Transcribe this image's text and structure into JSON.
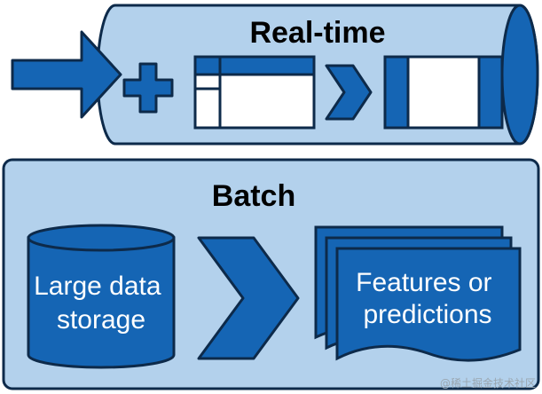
{
  "realtime": {
    "title": "Real-time"
  },
  "batch": {
    "title": "Batch",
    "storage_label": [
      "Large data",
      "storage"
    ],
    "output_label": [
      "Features or",
      "predictions"
    ]
  },
  "watermark": "@稀土掘金技术社区",
  "colors": {
    "panel_fill": "#b3d1ec",
    "accent": "#1565b4",
    "stroke": "#0d2a4a",
    "white": "#ffffff"
  },
  "icons": {
    "input_arrow": "arrow-right-icon",
    "plus": "plus-icon",
    "chevron": "chevron-right-icon",
    "table": "table-icon",
    "database": "database-cylinder-icon",
    "documents": "document-stack-icon"
  }
}
